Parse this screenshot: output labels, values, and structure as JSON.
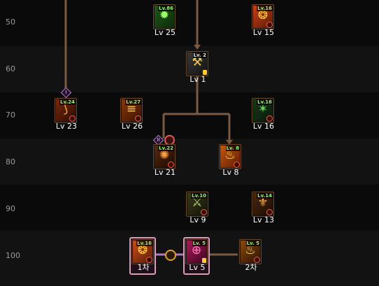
{
  "rows": [
    {
      "level": "50"
    },
    {
      "level": "60"
    },
    {
      "level": "70"
    },
    {
      "level": "80"
    },
    {
      "level": "90"
    },
    {
      "level": "100"
    }
  ],
  "skills": {
    "lv50_a": {
      "badge": "Lv.86",
      "label": "Lv 25"
    },
    "lv50_b": {
      "badge": "Lv.16",
      "label": "Lv 15"
    },
    "lv60_a": {
      "badge": "Lv. 2",
      "label": "Lv 1"
    },
    "lv70_a": {
      "badge": "Lv.24",
      "label": "Lv 23"
    },
    "lv70_b": {
      "badge": "Lv.27",
      "label": "Lv 26"
    },
    "lv70_c": {
      "badge": "Lv.16",
      "label": "Lv 16"
    },
    "lv80_a": {
      "badge": "Lv.22",
      "label": "Lv 21"
    },
    "lv80_b": {
      "badge": "Lv. 8",
      "label": "Lv 8"
    },
    "lv90_a": {
      "badge": "Lv.10",
      "label": "Lv 9"
    },
    "lv90_b": {
      "badge": "Lv.14",
      "label": "Lv 13"
    },
    "lv100_a": {
      "badge": "Lv.16",
      "label": "1차"
    },
    "lv100_b": {
      "badge": "Lv. 5",
      "label": "Lv 5"
    },
    "lv100_c": {
      "badge": "Lv. 5",
      "label": "2차"
    }
  },
  "markers": {
    "roman_one": "I",
    "roman_two": "II"
  },
  "colors": {
    "connector": "#7a5a40",
    "level_badge": "#8cff5a",
    "selected_border": "#d89bb8"
  }
}
